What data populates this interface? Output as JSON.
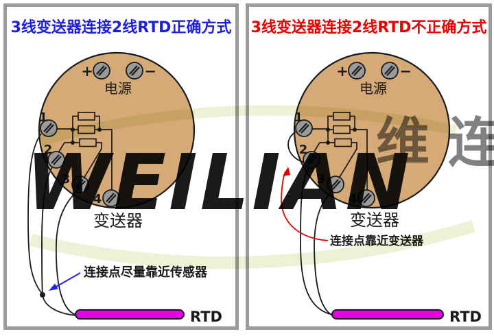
{
  "colors": {
    "panel_border": "#9b9b9b",
    "correct_title": "#1f1fd8",
    "incorrect_title": "#e60000",
    "transmitter_fill": "#d6aa77",
    "screw_fill": "#9a9a9a",
    "wire": "#1a1a1a",
    "rtd_fill": "#e600e6",
    "correct_annotation": "#2222ee",
    "incorrect_annotation": "#e60000"
  },
  "panels": [
    {
      "id": "correct",
      "title": "3线变送器连接2线RTD正确方式",
      "power": {
        "plus": "+",
        "minus": "−",
        "label": "电源"
      },
      "terminals": [
        "1",
        "2",
        "3",
        "4"
      ],
      "device_label": "变送器",
      "sensor_label": "RTD",
      "annotation": "连接点尽量靠近传感器"
    },
    {
      "id": "incorrect",
      "title": "3线变送器连接2线RTD不正确方式",
      "power": {
        "plus": "+",
        "minus": "−",
        "label": "电源"
      },
      "terminals": [
        "1",
        "2",
        "3",
        "4"
      ],
      "device_label": "变送器",
      "sensor_label": "RTD",
      "annotation": "连接点靠近变送器"
    }
  ],
  "watermark": {
    "latin": "WEILIAN",
    "cjk": "维 连"
  }
}
